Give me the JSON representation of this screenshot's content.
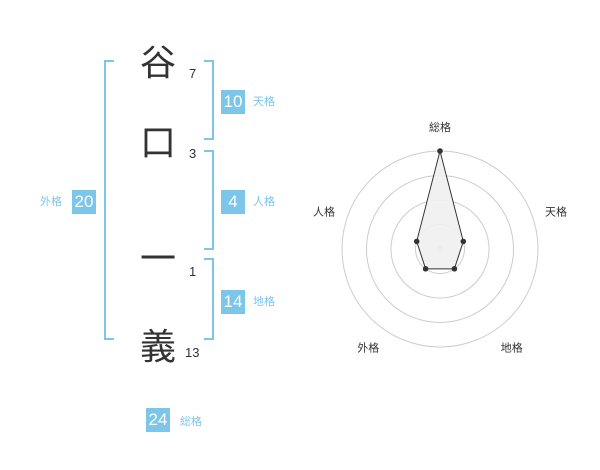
{
  "name": {
    "characters": [
      {
        "char": "谷",
        "strokes": "7"
      },
      {
        "char": "口",
        "strokes": "3"
      },
      {
        "char": "一",
        "strokes": "1"
      },
      {
        "char": "義",
        "strokes": "13"
      }
    ]
  },
  "scores": {
    "tenkaku": {
      "value": "10",
      "label": "天格"
    },
    "jinkaku": {
      "value": "4",
      "label": "人格"
    },
    "chikaku": {
      "value": "14",
      "label": "地格"
    },
    "gaikaku": {
      "value": "20",
      "label": "外格"
    },
    "soukaku": {
      "value": "24",
      "label": "総格"
    }
  },
  "radar": {
    "axes": [
      "総格",
      "天格",
      "地格",
      "外格",
      "人格"
    ],
    "levels": 4,
    "values": [
      4,
      1,
      1,
      1,
      1
    ],
    "max": 4,
    "colors": {
      "line": "#333333",
      "fill": "#f0f0f0",
      "ring": "#cccccc",
      "center": "#cccccc"
    }
  },
  "colors": {
    "accent": "#7cc6ea"
  }
}
